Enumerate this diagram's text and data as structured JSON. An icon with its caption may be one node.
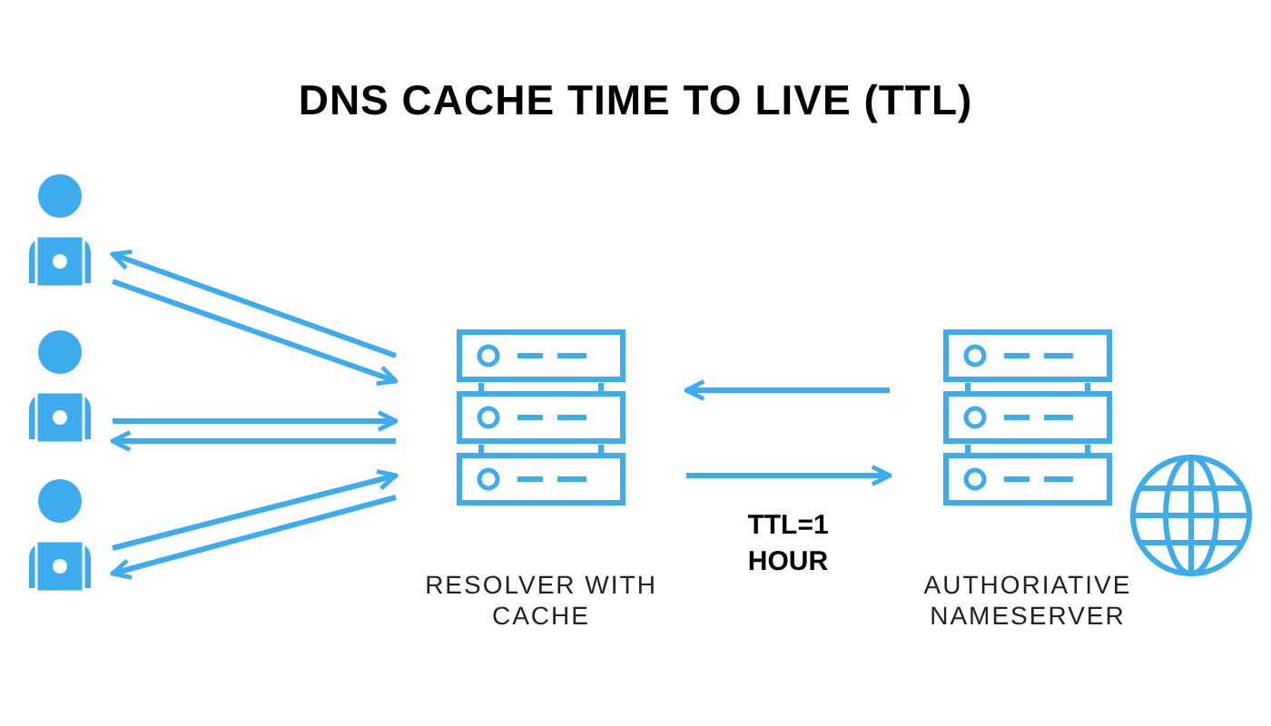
{
  "diagram": {
    "title": "DNS CACHE TIME TO LIVE (TTL)",
    "nodes": [
      {
        "text": [],
        "shape": "person"
      },
      {
        "text": [],
        "shape": "person"
      },
      {
        "text": [],
        "shape": "person"
      },
      {
        "text": [
          "RESOLVER WITH CACHE"
        ]
      },
      {
        "text": [
          "AUTHORIATIVE NAMESERVER"
        ]
      }
    ],
    "edges": [
      {
        "from": 3,
        "to": 0,
        "arrow": "to"
      },
      {
        "from": 0,
        "to": 3,
        "arrow": "to"
      },
      {
        "from": 1,
        "to": 3,
        "arrow": "to"
      },
      {
        "from": 3,
        "to": 1,
        "arrow": "to"
      },
      {
        "from": 2,
        "to": 3,
        "arrow": "to"
      },
      {
        "from": 3,
        "to": 2,
        "arrow": "to"
      },
      {
        "from": 4,
        "to": 3,
        "arrow": "to"
      },
      {
        "from": 3,
        "to": 4,
        "arrow": "to",
        "label": "TTL=1 HOUR"
      }
    ]
  }
}
